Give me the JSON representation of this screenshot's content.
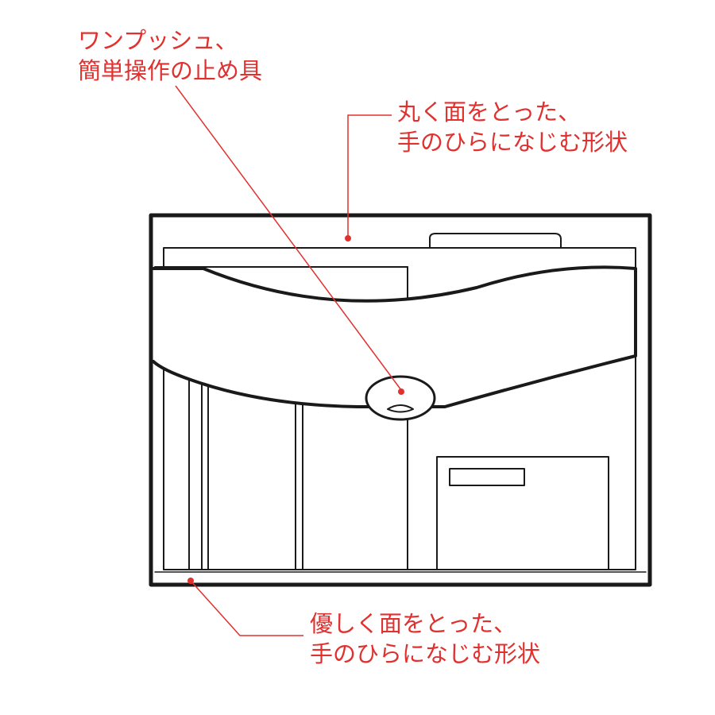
{
  "colors": {
    "annotation": "#e0312f",
    "outline": "#1a1a1a",
    "background": "#ffffff"
  },
  "annotations": {
    "clasp": {
      "line1": "ワンプッシュ、",
      "line2": "簡単操作の止め具"
    },
    "top_edge": {
      "line1": "丸く面をとった、",
      "line2": "手のひらになじむ形状"
    },
    "bottom_edge": {
      "line1": "優しく面をとった、",
      "line2": "手のひらになじむ形状"
    }
  }
}
